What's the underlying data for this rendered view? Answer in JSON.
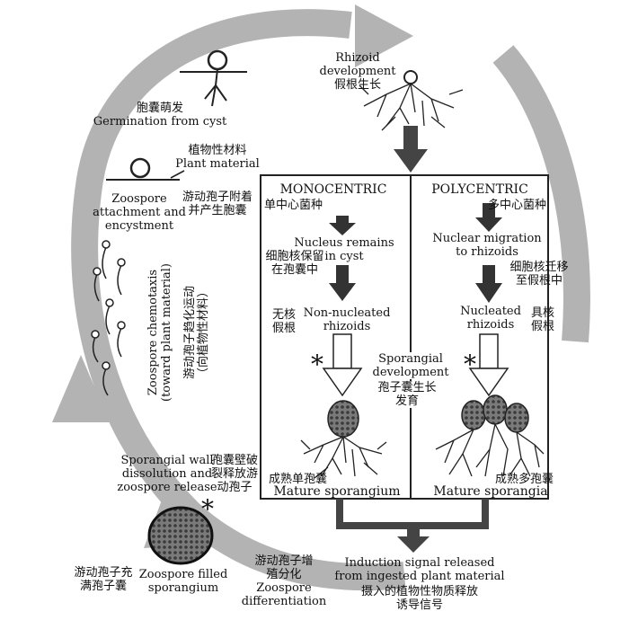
{
  "labels": {
    "rhizoid_dev_en": "Rhizoid\ndevelopment",
    "rhizoid_dev_zh": "假根生长",
    "germination_zh": "胞囊萌发",
    "germination_en": "Germination from cyst",
    "plant_material_zh": "植物性材料",
    "plant_material_en": "Plant material",
    "attachment_en": "Zoospore\nattachment and\nencystment",
    "attachment_zh": "游动孢子附着\n并产生胞囊",
    "chemotaxis_en": "Zoospore chemotaxis\n(toward plant material)",
    "chemotaxis_zh": "游动孢子趋化运动\n（向植物性材料）",
    "wall_en": "Sporangial wall\ndissolution and\nzoospore release",
    "wall_zh": "孢囊壁破\n裂释放游\n动孢子",
    "filled_zh": "游动孢子充\n满孢子囊",
    "filled_en": "Zoospore filled\nsporangium",
    "differentiation": "游动孢子增\n殖分化\nZoospore\ndifferentiation",
    "induction_en": "Induction signal released\nfrom ingested plant material",
    "induction_zh": "摄入的植物性物质释放\n诱导信号"
  },
  "mono": {
    "header_en": "MONOCENTRIC",
    "header_zh": "单中心菌种",
    "nucleus_en": "Nucleus remains\nin cyst",
    "nucleus_zh": "细胞核保留\n在孢囊中",
    "non_en": "Non-nucleated\nrhizoids",
    "non_zh": "无核\n假根",
    "mature_zh": "成熟单孢囊",
    "mature_en": "Mature sporangium"
  },
  "poly": {
    "header_en": "POLYCENTRIC",
    "header_zh": "多中心菌种",
    "migration_en": "Nuclear migration\nto rhizoids",
    "migration_zh": "细胞核迁移\n至假根中",
    "nuc_en": "Nucleated\nrhizoids",
    "nuc_zh": "具核\n假根",
    "mature_zh": "成熟多孢囊",
    "mature_en": "Mature sporangia"
  },
  "center": {
    "sporangial_dev_en": "Sporangial\ndevelopment",
    "sporangial_dev_zh": "孢子囊生长\n发育"
  },
  "marks": {
    "star": "*"
  },
  "colors": {
    "cycle": "#b3b3b3",
    "dark_arrow": "#444444",
    "line": "#222222"
  }
}
